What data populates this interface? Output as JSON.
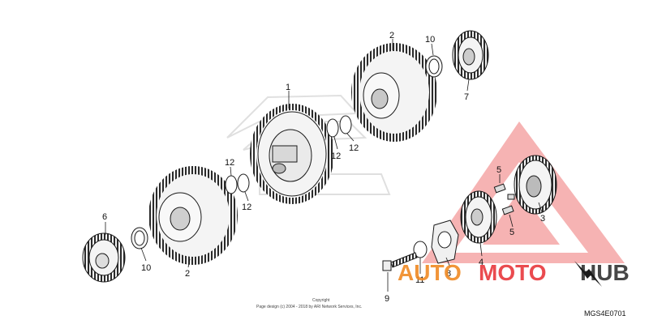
{
  "callouts": {
    "c1": "1",
    "c2_top": "2",
    "c2_bottom": "2",
    "c3": "3",
    "c4": "4",
    "c5_a": "5",
    "c5_b": "5",
    "c6": "6",
    "c7": "7",
    "c8": "8",
    "c9": "9",
    "c10_top": "10",
    "c10_bottom": "10",
    "c11": "11",
    "c12_a": "12",
    "c12_b": "12",
    "c12_c": "12",
    "c12_d": "12"
  },
  "copyright": {
    "line1": "Copyright",
    "line2": "Page design (c) 2004 - 2018 by ARI Network Services, Inc."
  },
  "watermark": {
    "part1": "AUTO",
    "part2": "MOTO",
    "part3": "HUB"
  },
  "diagram_code": "MGS4E0701",
  "colors": {
    "line": "#1a1a1a",
    "gear_fill": "#f2f2f2",
    "watermark_red": "#e8383d",
    "watermark_orange": "#f08a24",
    "watermark_dark": "#333333"
  }
}
